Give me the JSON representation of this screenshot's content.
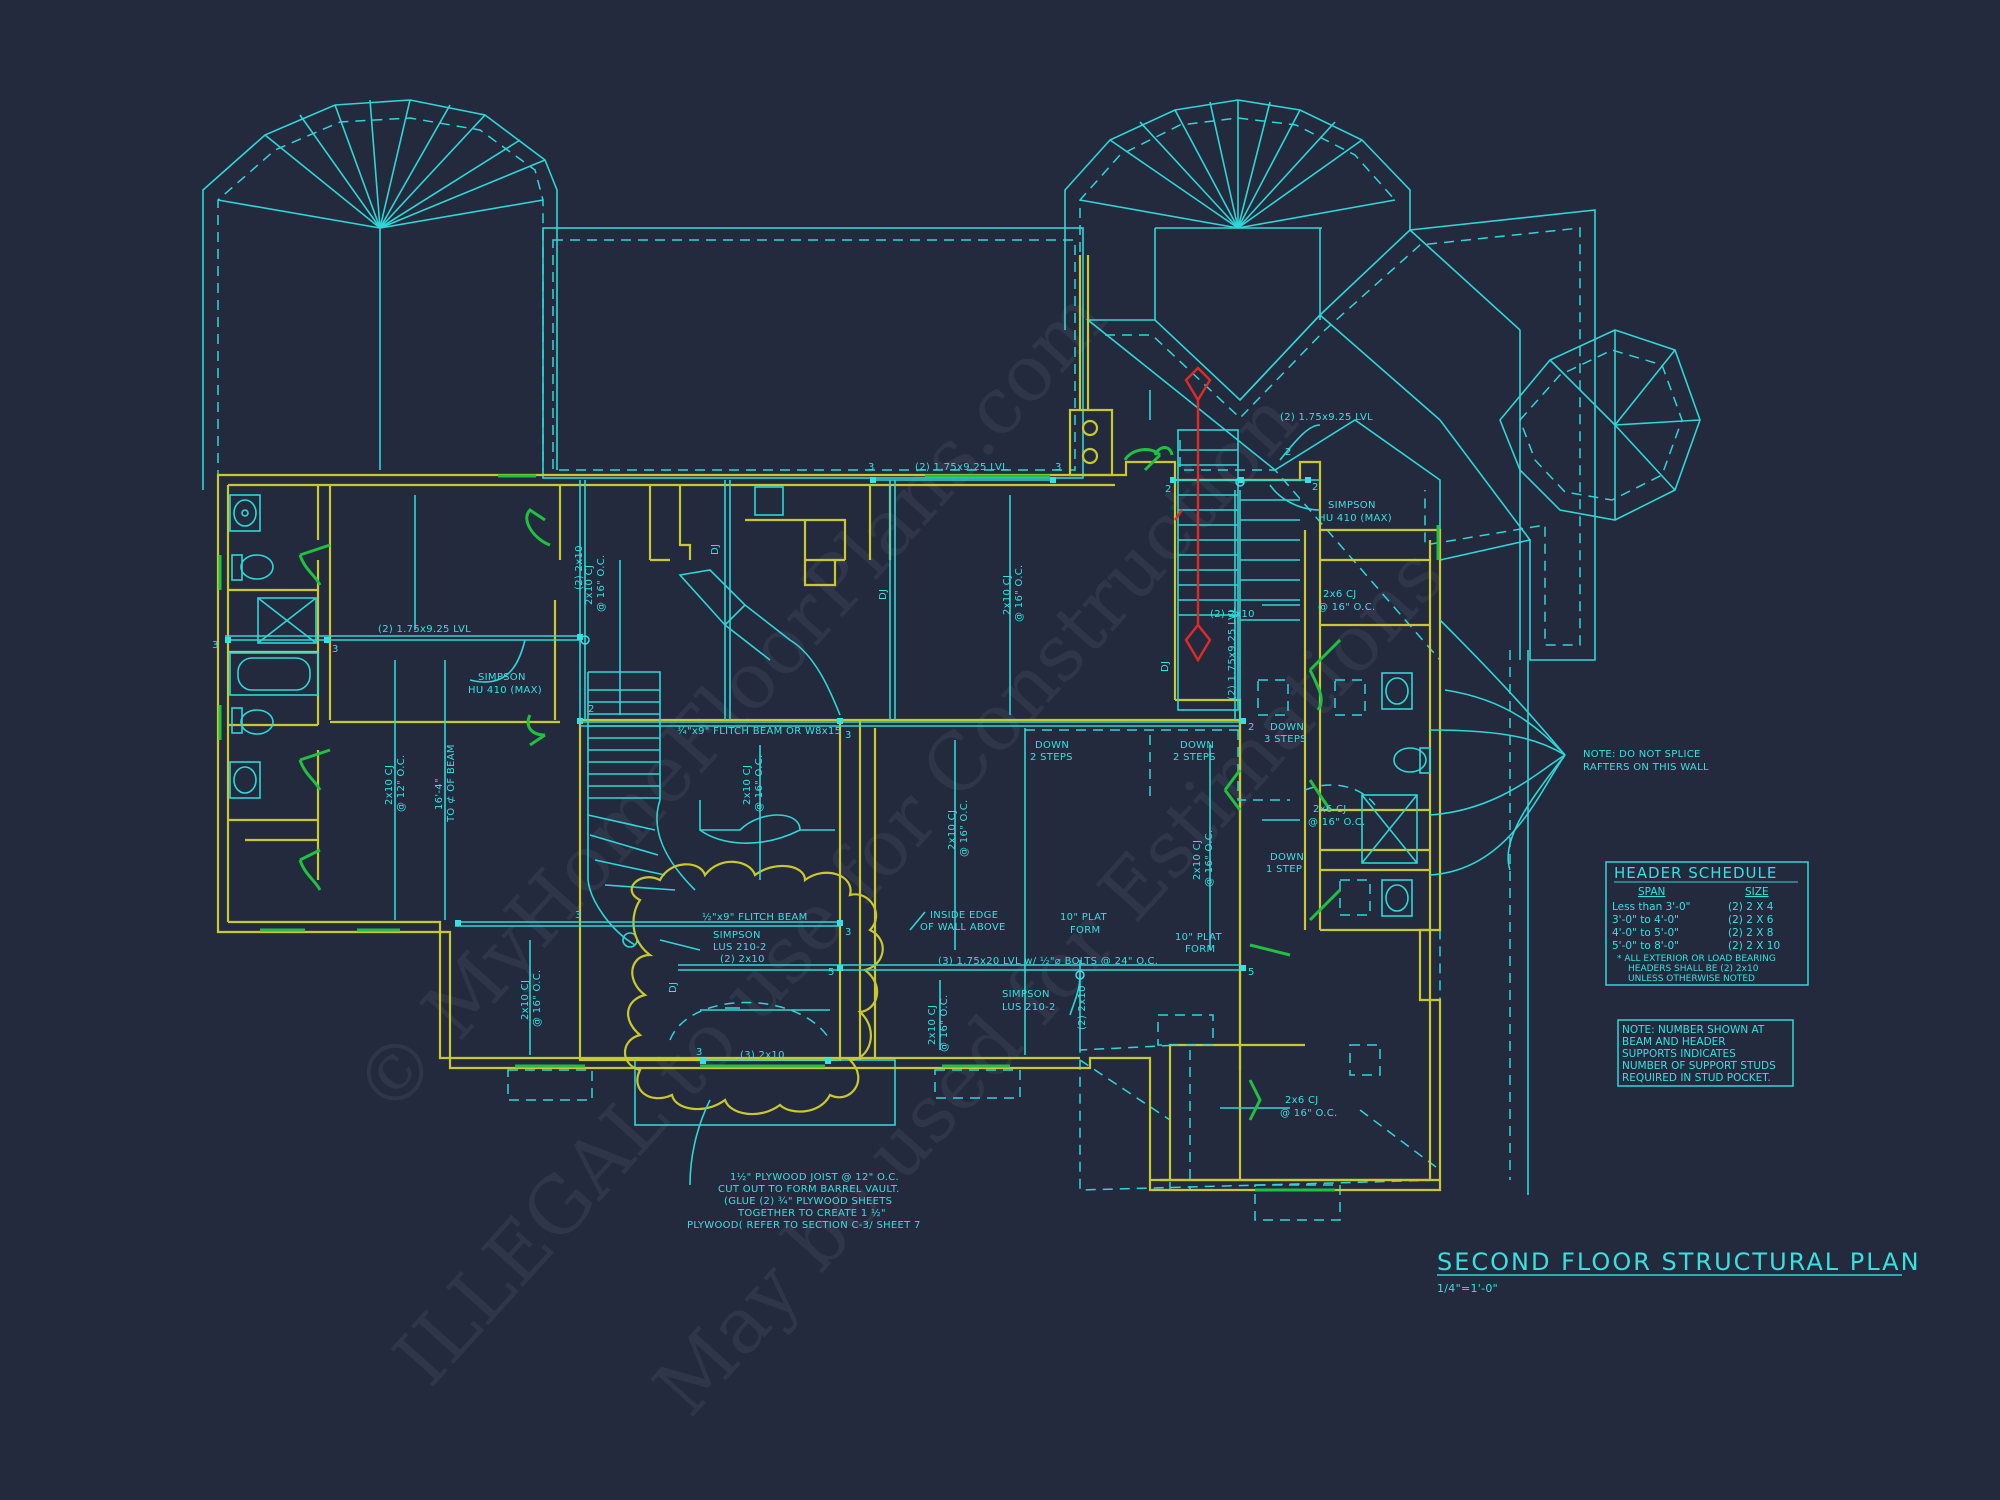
{
  "title": {
    "main": "SECOND FLOOR STRUCTURAL PLAN",
    "scale": "1/4\"=1'-0\""
  },
  "watermark": {
    "line1": "© MyHomeFloorPlans.com",
    "line2": "ILLEGAL to use for Construction",
    "line3": "May be used for Estimations"
  },
  "header_schedule": {
    "title": "HEADER SCHEDULE",
    "col_span": "SPAN",
    "col_size": "SIZE",
    "rows": [
      {
        "span": "Less than 3'-0\"",
        "size": "(2) 2 X 4"
      },
      {
        "span": "3'-0\" to 4'-0\"",
        "size": "(2) 2 X 6"
      },
      {
        "span": "4'-0\" to 5'-0\"",
        "size": "(2) 2 X 8"
      },
      {
        "span": "5'-0\" to 8'-0\"",
        "size": "(2) 2 X 10"
      }
    ],
    "note1": "* ALL EXTERIOR OR LOAD BEARING",
    "note2": "HEADERS SHALL BE (2) 2x10",
    "note3": "UNLESS OTHERWISE NOTED"
  },
  "stud_note": {
    "line1": "NOTE: NUMBER SHOWN AT",
    "line2": "BEAM AND HEADER",
    "line3": "SUPPORTS INDICATES",
    "line4": "NUMBER OF SUPPORT STUDS",
    "line5": "REQUIRED IN STUD POCKET."
  },
  "rafter_note": {
    "line1": "NOTE: DO NOT SPLICE",
    "line2": "RAFTERS ON THIS WALL"
  },
  "barrel_note": {
    "line1": "1½\" PLYWOOD JOIST @ 12\" O.C.",
    "line2": "CUT OUT TO FORM BARREL VAULT.",
    "line3": "(GLUE (2) ¾\" PLYWOOD SHEETS",
    "line4": "TOGETHER TO CREATE 1 ½\"",
    "line5": "PLYWOOD( REFER TO SECTION C-3/ SHEET 7"
  },
  "annotations": {
    "lvl_top": "(2) 1.75x9.25 LVL",
    "lvl_top_right": "(2) 1.75x9.25 LVL",
    "lvl_left": "(2) 1.75x9.25 LVL",
    "lvl_vert": "(2) 1.75x9.25 LVL",
    "lvl_bolts": "(3) 1.75x20 LVL w/ ½\"⌀ BOLTS @ 24\" O.C.",
    "simpson_left_1": "SIMPSON",
    "simpson_left_2": "HU 410 (MAX)",
    "simpson_right_1": "SIMPSON",
    "simpson_right_2": "HU 410 (MAX)",
    "simpson_lus1_1": "SIMPSON",
    "simpson_lus1_2": "LUS 210-2",
    "simpson_lus1_3": "(2) 2x10",
    "simpson_lus2_1": "SIMPSON",
    "simpson_lus2_2": "LUS 210-2",
    "flitch_1": "¾\"x9\" FLITCH BEAM OR W8x15",
    "flitch_2": "½\"x9\" FLITCH BEAM",
    "cj_a": "2x10 CJ",
    "cj_a2": "@ 16\" O.C.",
    "cj_b": "2x10 CJ",
    "cj_b2": "@ 12\" O.C.",
    "cj_c": "2x10 CJ",
    "cj_c2": "@ 16\" O.C.",
    "cj_d": "2x10 CJ",
    "cj_d2": "@ 16\" O.C.",
    "cj_e": "2x10 CJ",
    "cj_e2": "@ 16\" O.C.",
    "cj_f": "2x10 CJ",
    "cj_f2": "@ 16\" O.C.",
    "cj_g": "2x10 CJ",
    "cj_g2": "@ 16\" O.C.",
    "cj_h": "2x10 CJ",
    "cj_h2": "@ 16\" O.C.",
    "cj6_a": "2x6 CJ",
    "cj6_a2": "@ 16\" O.C.",
    "cj6_b": "2x6 CJ",
    "cj6_b2": "@ 16\" O.C.",
    "cj6_c": "2x6 CJ",
    "cj6_c2": "@ 16\" O.C.",
    "beam_dim1": "16'-4\"",
    "beam_dim2": "TO ⊄ OF BEAM",
    "dj1": "DJ",
    "dj2": "DJ",
    "dj3": "DJ",
    "dj4": "DJ",
    "down2a_1": "DOWN",
    "down2a_2": "2 STEPS",
    "down2b_1": "DOWN",
    "down2b_2": "2 STEPS",
    "down3_1": "DOWN",
    "down3_2": "3 STEPS",
    "down1_1": "DOWN",
    "down1_2": "1 STEP",
    "inside_edge_1": "INSIDE EDGE",
    "inside_edge_2": "OF WALL ABOVE",
    "plat1_1": "10\" PLAT",
    "plat1_2": "FORM",
    "plat2_1": "10\" PLAT",
    "plat2_2": "FORM",
    "two_by_ten_small": "(2) 2x10",
    "two_by_ten_side": "(2) 2x10",
    "two_by_ten_stair": "(2) 2x10",
    "three_2x10": "(3) 2x10",
    "stud_labels": [
      "3",
      "3",
      "2",
      "3",
      "2",
      "2",
      "3",
      "3",
      "3",
      "3",
      "5",
      "5",
      "2",
      "3",
      "2"
    ]
  },
  "colors": {
    "background": "#232a3d",
    "roof_lines": "#2fd6d6",
    "walls": "#c9c92e",
    "windows": "#20c040",
    "highlight": "#e02a2a"
  }
}
